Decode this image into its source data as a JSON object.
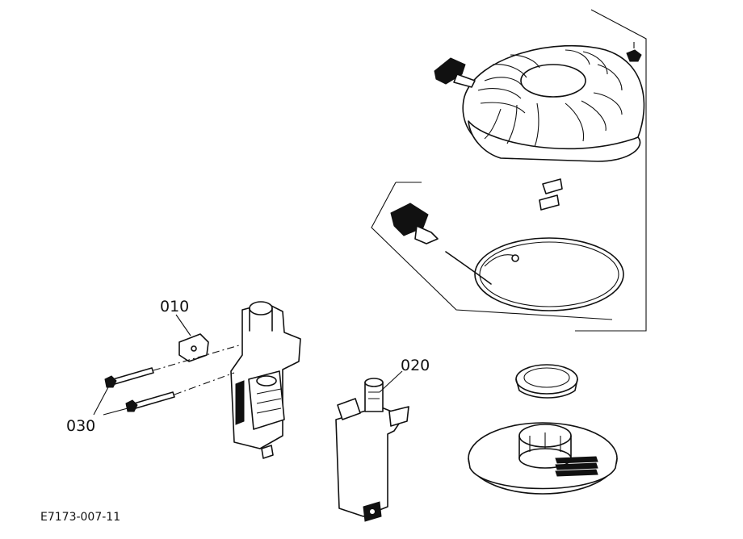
{
  "callouts": {
    "part_010": "010",
    "part_020": "020",
    "part_030": "030"
  },
  "figure_code": "E7173-007-11",
  "icons": [
    "recoil-starter-icon",
    "starter-handle-icon",
    "starter-rope-icon",
    "starter-motor-icon",
    "bolt-icon",
    "drive-cup-icon",
    "flywheel-screen-icon"
  ]
}
